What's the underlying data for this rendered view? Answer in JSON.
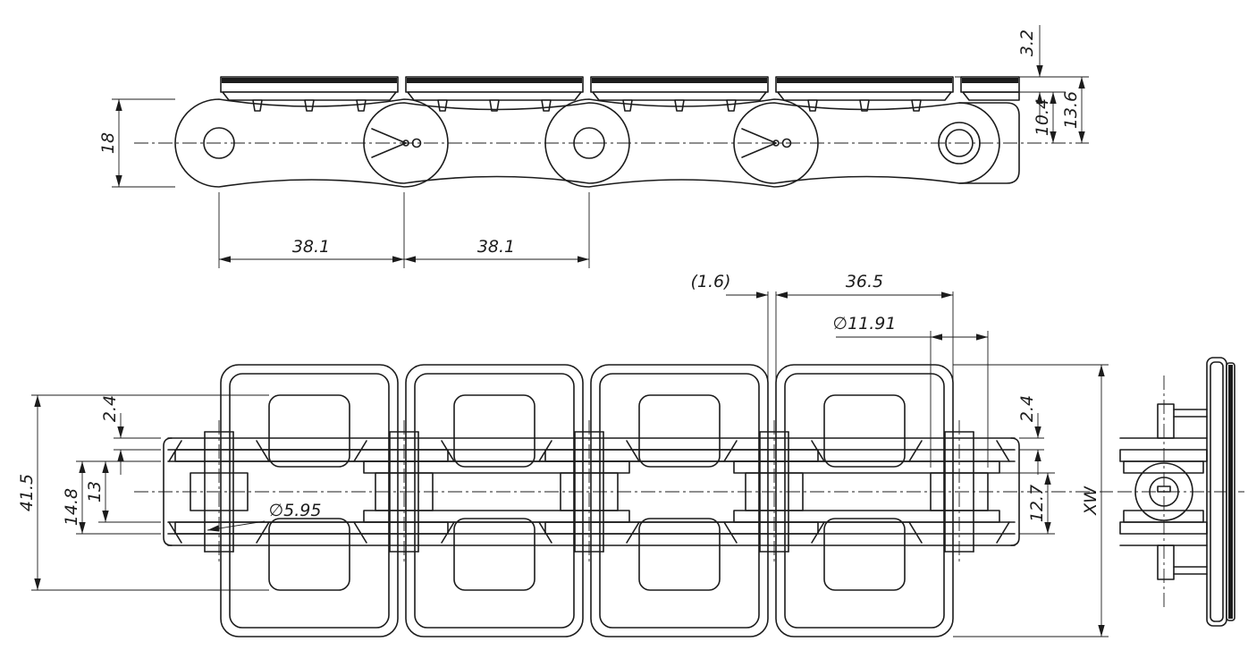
{
  "colors": {
    "line": "#1c1c1c",
    "background": "#ffffff",
    "pad_fill": "#1c1c1c"
  },
  "side_view": {
    "dim_pad_thickness": "3.2",
    "dim_pad_top_to_center": "13.6",
    "dim_plate_top_to_center": "10.4",
    "dim_plate_height": "18",
    "dim_pitch_a": "38.1",
    "dim_pitch_b": "38.1"
  },
  "plan_view": {
    "dim_plate_gap": "(1.6)",
    "dim_plate_length": "36.5",
    "dim_roller_diameter": "∅11.91",
    "dim_side_plate_thickness_left": "2.4",
    "dim_side_plate_thickness_right": "2.4",
    "dim_attachment_span": "41.5",
    "dim_inner_width": "13",
    "dim_width_over_inner_plates": "14.8",
    "dim_pin_diameter": "∅5.95",
    "dim_roller_width": "12.7",
    "dim_top_plate_width": "XW"
  }
}
